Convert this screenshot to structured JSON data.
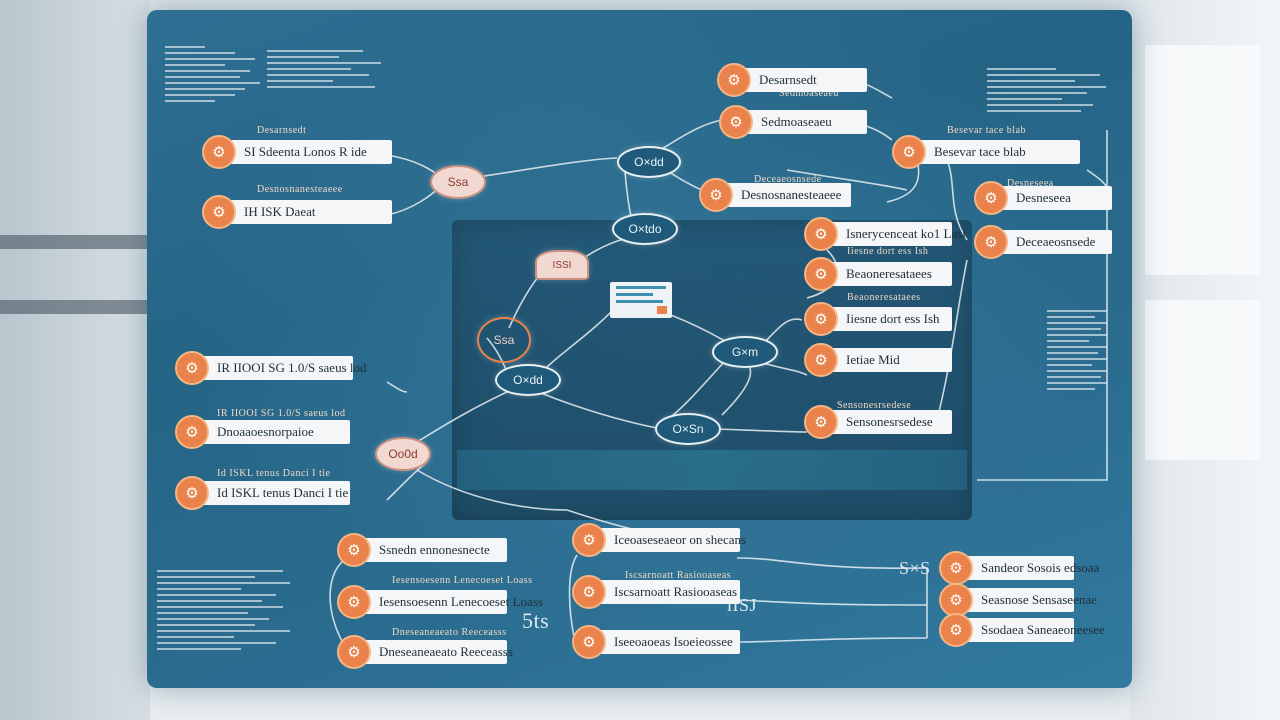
{
  "nodes": [
    {
      "id": "n1",
      "label": "Desarnsedt"
    },
    {
      "id": "n2",
      "label": "Sedmoaseaeu"
    },
    {
      "id": "n3",
      "label": "SI Sdeenta  Lonos  R ide"
    },
    {
      "id": "n4",
      "label": "IH ISK  Daeat"
    },
    {
      "id": "n5",
      "label": "Desnosnanesteaeee"
    },
    {
      "id": "n6",
      "label": "Besevar  tace  blab"
    },
    {
      "id": "n7",
      "label": "Desneseea"
    },
    {
      "id": "n8",
      "label": "Deceaeosnsede"
    },
    {
      "id": "n9",
      "label": "Isnerycenceat  ko1  Lasi"
    },
    {
      "id": "n10",
      "label": "Beaoneresataees"
    },
    {
      "id": "n11",
      "label": "Iiesne  dort  ess  Ish"
    },
    {
      "id": "n12",
      "label": "Ietiae  Mid"
    },
    {
      "id": "n13",
      "label": "Sensonesrsedese"
    },
    {
      "id": "n14",
      "label": "IR  IIOOI  SG  1.0/S  saeus  lod"
    },
    {
      "id": "n15",
      "label": "Dnoaaoesnorpaioe"
    },
    {
      "id": "n16",
      "label": "Id  ISKL  tenus  Danci  I tie"
    },
    {
      "id": "n17",
      "label": "Ssnedn  ennonesnecte"
    },
    {
      "id": "n18",
      "label": "Iesensoesenn  Lenecoeset  Loass"
    },
    {
      "id": "n19",
      "label": "Dneseaneaeato  Reeceasss"
    },
    {
      "id": "n20",
      "label": "Iceoaseseaeor  on  shecans"
    },
    {
      "id": "n21",
      "label": "Iscsarnoatt  Rasiooaseas"
    },
    {
      "id": "n22",
      "label": "Iseeoaoeas  Isoeieossee"
    },
    {
      "id": "n23",
      "label": "Sandeor  Sosois  edsoaa"
    },
    {
      "id": "n24",
      "label": "Seasnose  Sensaseenae"
    },
    {
      "id": "n25",
      "label": "Ssodaea  Saneaeoneesee"
    }
  ],
  "hubs": [
    {
      "id": "h1",
      "label": "O×dd"
    },
    {
      "id": "h2",
      "label": "O×tdo"
    },
    {
      "id": "h3",
      "label": "O×dd"
    },
    {
      "id": "h4",
      "label": "G×m"
    },
    {
      "id": "h5",
      "label": "O×Sn"
    },
    {
      "id": "h6",
      "label": "Oo0d"
    },
    {
      "id": "h7",
      "label": "Ssa"
    }
  ],
  "glyphs": {
    "ring_code": "ISSI",
    "num_a": "5ts",
    "num_b": "iISJ",
    "num_c": "S×S"
  },
  "colors": {
    "panel": "#2a6b8e",
    "accent": "#e9834b",
    "label_bg": "#f4f6f7",
    "link": "#e6eef2"
  },
  "icon": "gear-icon"
}
